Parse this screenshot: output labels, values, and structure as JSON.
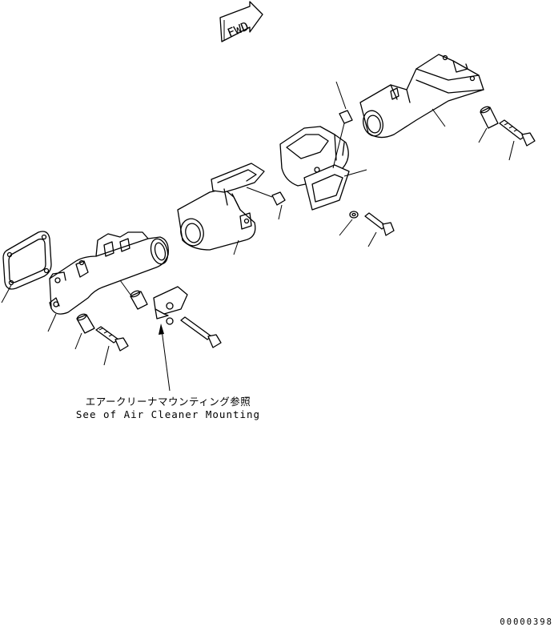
{
  "fwd_label": "FWD",
  "reference_note": {
    "japanese": "エアークリーナマウンティング参照",
    "english": "See of Air Cleaner Mounting"
  },
  "drawing_number": "00000398"
}
